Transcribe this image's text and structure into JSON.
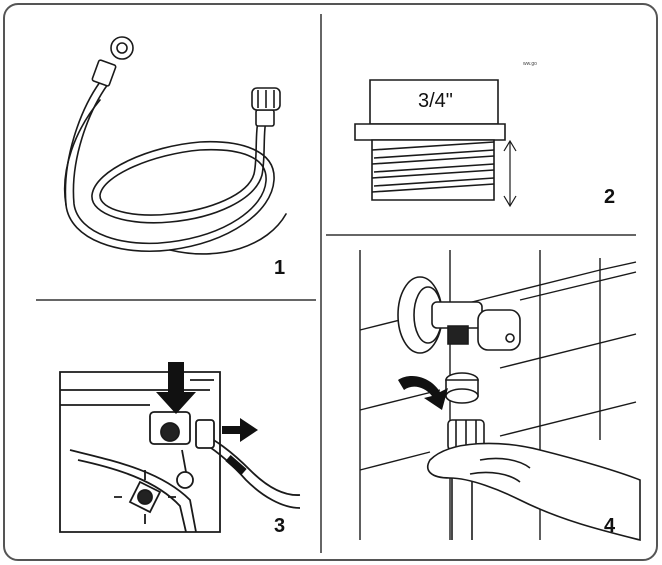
{
  "panels": [
    {
      "id": "panel-1",
      "step": "1"
    },
    {
      "id": "panel-2",
      "step": "2",
      "thread_label": "3/4\"",
      "corner_note": "ww.go"
    },
    {
      "id": "panel-3",
      "step": "3"
    },
    {
      "id": "panel-4",
      "step": "4"
    }
  ],
  "colors": {
    "line": "#1a1a1a",
    "frame": "#555555",
    "fill_dark": "#222222",
    "background": "#ffffff"
  }
}
